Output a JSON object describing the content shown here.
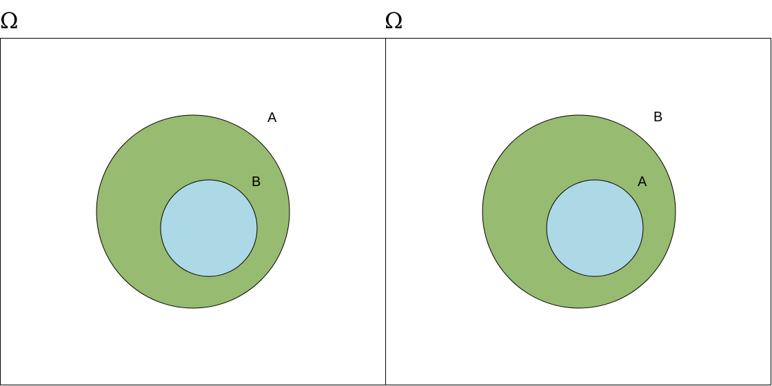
{
  "colors": {
    "outer_fill": "#97bb70",
    "inner_fill": "#add8e6",
    "stroke": "#000000",
    "background": "#ffffff"
  },
  "panels": [
    {
      "universe_label": "Ω",
      "outer_set_label": "A",
      "inner_set_label": "B"
    },
    {
      "universe_label": "Ω",
      "outer_set_label": "B",
      "inner_set_label": "A"
    }
  ]
}
